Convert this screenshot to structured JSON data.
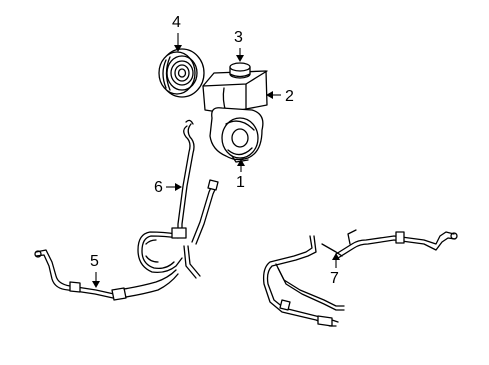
{
  "diagram": {
    "callouts": [
      {
        "id": "1",
        "label": "1"
      },
      {
        "id": "2",
        "label": "2"
      },
      {
        "id": "3",
        "label": "3"
      },
      {
        "id": "4",
        "label": "4"
      },
      {
        "id": "5",
        "label": "5"
      },
      {
        "id": "6",
        "label": "6"
      },
      {
        "id": "7",
        "label": "7"
      }
    ],
    "parts": [
      {
        "name": "pump-pulley",
        "callout": "4"
      },
      {
        "name": "reservoir-cap",
        "callout": "3"
      },
      {
        "name": "reservoir",
        "callout": "2"
      },
      {
        "name": "power-steering-pump",
        "callout": "1"
      },
      {
        "name": "pressure-hose",
        "callout": "6"
      },
      {
        "name": "return-hose",
        "callout": "5"
      },
      {
        "name": "cooler-line-assembly",
        "callout": "7"
      }
    ]
  }
}
